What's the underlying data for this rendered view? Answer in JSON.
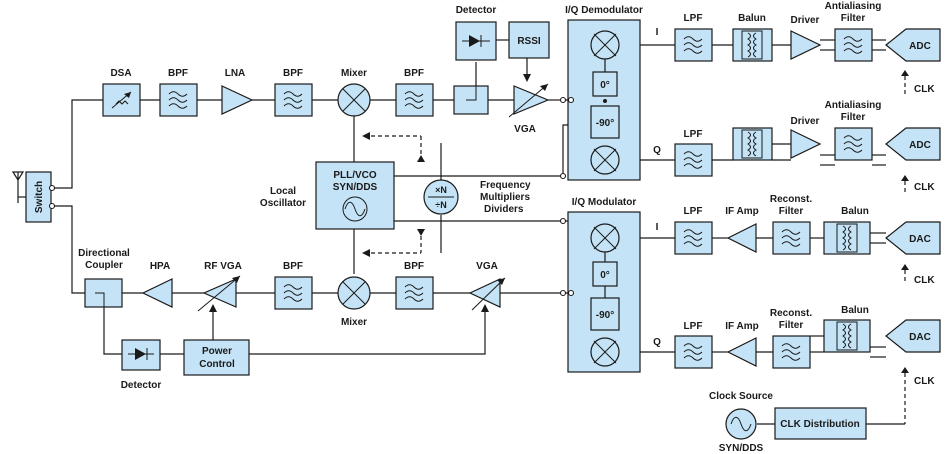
{
  "colors": {
    "block_fill": "#c5e3f6",
    "stroke": "#1a1a1a",
    "background": "#ffffff"
  },
  "labels": {
    "switch": "Switch",
    "dsa": "DSA",
    "bpf": "BPF",
    "lna": "LNA",
    "mixer": "Mixer",
    "detector": "Detector",
    "rssi": "RSSI",
    "vga": "VGA",
    "iq_demodulator": "I/Q Demodulator",
    "iq_modulator": "I/Q Modulator",
    "zero_deg": "0°",
    "minus90_deg": "-90°",
    "i": "I",
    "q": "Q",
    "lpf": "LPF",
    "balun": "Balun",
    "driver": "Driver",
    "aaf_line1": "Antialiasing",
    "aaf_line2": "Filter",
    "adc": "ADC",
    "dac": "DAC",
    "clk": "CLK",
    "pll_line1": "PLL/VCO",
    "pll_line2": "SYN/DDS",
    "local_osc_line1": "Local",
    "local_osc_line2": "Oscillator",
    "mult_x": "×N",
    "mult_div": "÷N",
    "freq_line1": "Frequency",
    "freq_line2": "Multipliers",
    "freq_line3": "Dividers",
    "directional_line1": "Directional",
    "directional_line2": "Coupler",
    "hpa": "HPA",
    "rf_vga": "RF VGA",
    "power_line1": "Power",
    "power_line2": "Control",
    "if_amp": "IF Amp",
    "reconst_line1": "Reconst.",
    "reconst_line2": "Filter",
    "clock_source": "Clock Source",
    "syn_dds": "SYN/DDS",
    "clk_distribution": "CLK Distribution"
  }
}
